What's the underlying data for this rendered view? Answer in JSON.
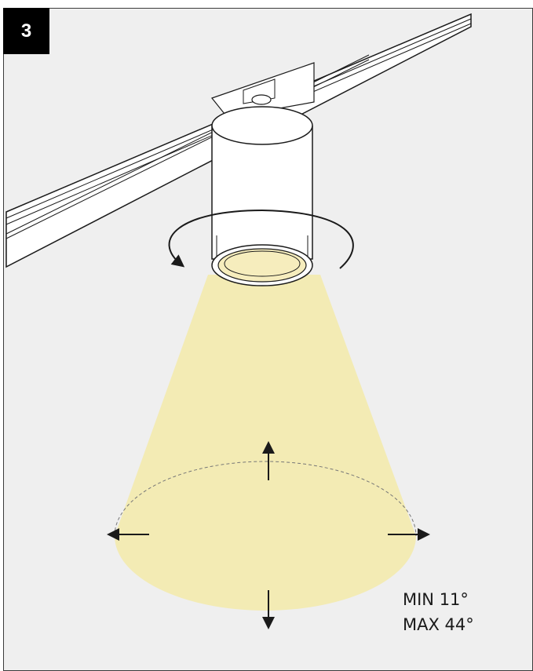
{
  "step": {
    "number": "3"
  },
  "beam": {
    "angle_min": "MIN 11°",
    "angle_max": "MAX 44°"
  },
  "colors": {
    "background": "#efefef",
    "light_beam": "#f3ebb4",
    "lens_glow": "#f6edbd",
    "outline": "#1a1a1a",
    "badge": "#000000"
  },
  "icons": [
    "track-rail",
    "spotlight-body",
    "rotation-arrow-icon",
    "arrow-up-icon",
    "arrow-down-icon",
    "arrow-left-icon",
    "arrow-right-icon"
  ]
}
